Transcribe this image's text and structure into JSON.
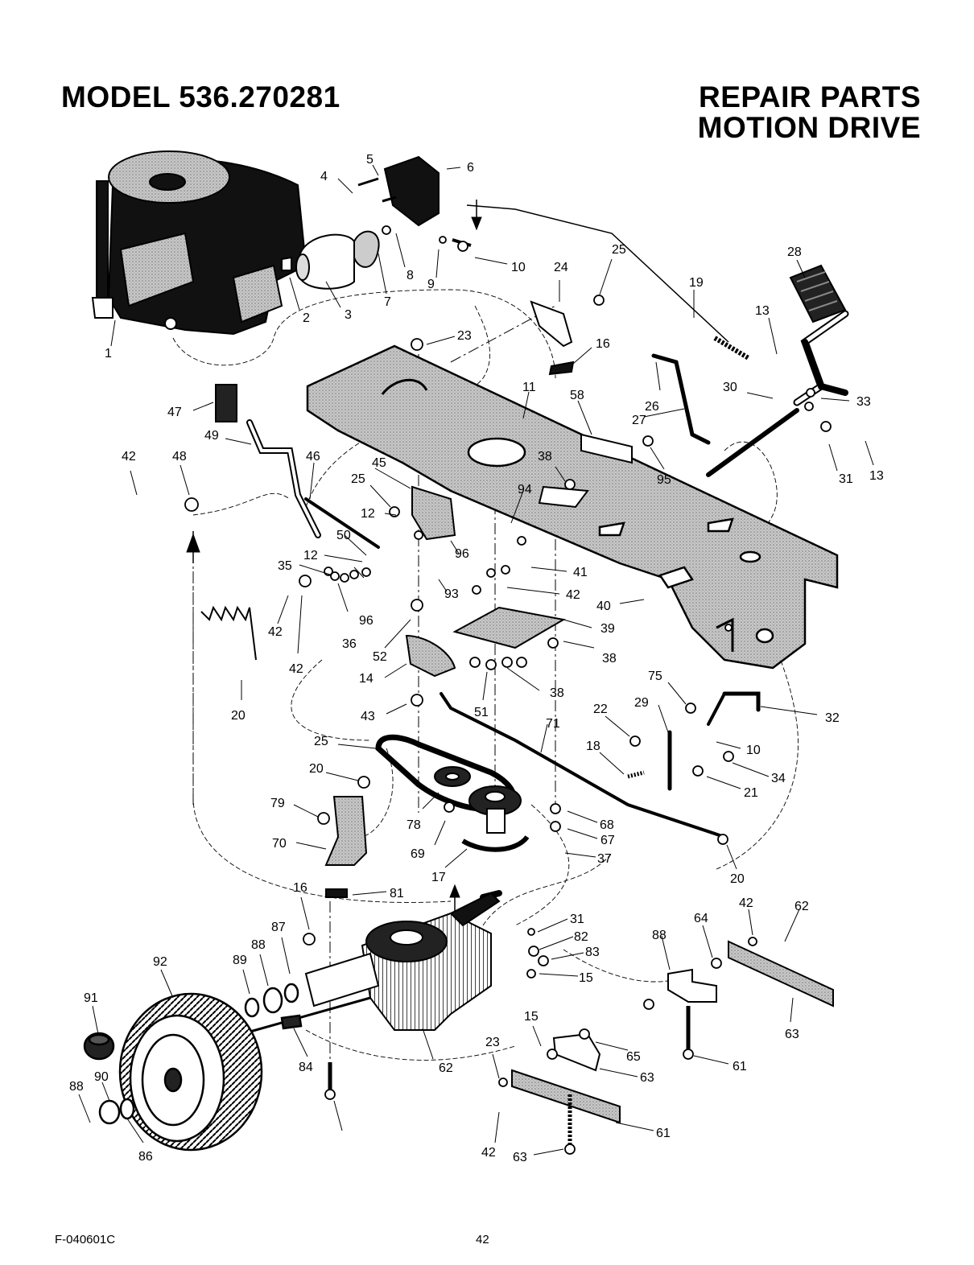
{
  "header": {
    "model": "MODEL 536.270281",
    "title_line1": "REPAIR PARTS",
    "title_line2": "MOTION DRIVE"
  },
  "footer": {
    "code": "F-040601C",
    "page": "42"
  },
  "callouts": [
    "1",
    "2",
    "3",
    "4",
    "5",
    "6",
    "7",
    "8",
    "9",
    "10",
    "24",
    "25",
    "19",
    "28",
    "13",
    "23",
    "16",
    "11",
    "58",
    "26",
    "27",
    "30",
    "33",
    "31",
    "13",
    "47",
    "49",
    "42",
    "48",
    "46",
    "45",
    "25",
    "38",
    "94",
    "95",
    "12",
    "12",
    "50",
    "35",
    "96",
    "96",
    "42",
    "36",
    "42",
    "93",
    "52",
    "14",
    "43",
    "41",
    "42",
    "40",
    "39",
    "38",
    "38",
    "51",
    "20",
    "75",
    "22",
    "29",
    "32",
    "10",
    "34",
    "21",
    "18",
    "71",
    "25",
    "20",
    "79",
    "78",
    "69",
    "68",
    "67",
    "37",
    "70",
    "17",
    "20",
    "16",
    "81",
    "31",
    "82",
    "83",
    "15",
    "42",
    "62",
    "64",
    "88",
    "87",
    "88",
    "89",
    "92",
    "91",
    "90",
    "88",
    "86",
    "84",
    "62",
    "15",
    "23",
    "65",
    "63",
    "61",
    "63",
    "42",
    "63",
    "61"
  ]
}
